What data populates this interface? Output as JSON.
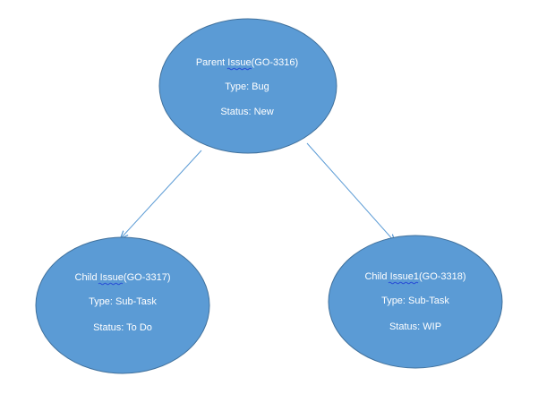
{
  "colors": {
    "node_fill": "#5b9bd5",
    "node_stroke": "#41719c",
    "edge": "#5b9bd5",
    "text": "#ffffff"
  },
  "nodes": {
    "parent": {
      "title_prefix": "Parent ",
      "title_word": "Issue",
      "title_suffix": "(GO-3316)",
      "type": "Type: Bug",
      "status": "Status: New"
    },
    "child1": {
      "title_prefix": "Child ",
      "title_word": "Issue",
      "title_suffix": "(GO-3317)",
      "type": "Type: Sub-Task",
      "status": "Status: To Do"
    },
    "child2": {
      "title_prefix": "Child ",
      "title_word": "Issue1",
      "title_suffix": "(GO-3318)",
      "type": "Type: Sub-Task",
      "status": "Status: WIP"
    }
  },
  "edges": [
    {
      "from": "parent",
      "to": "child1"
    },
    {
      "from": "parent",
      "to": "child2"
    }
  ]
}
